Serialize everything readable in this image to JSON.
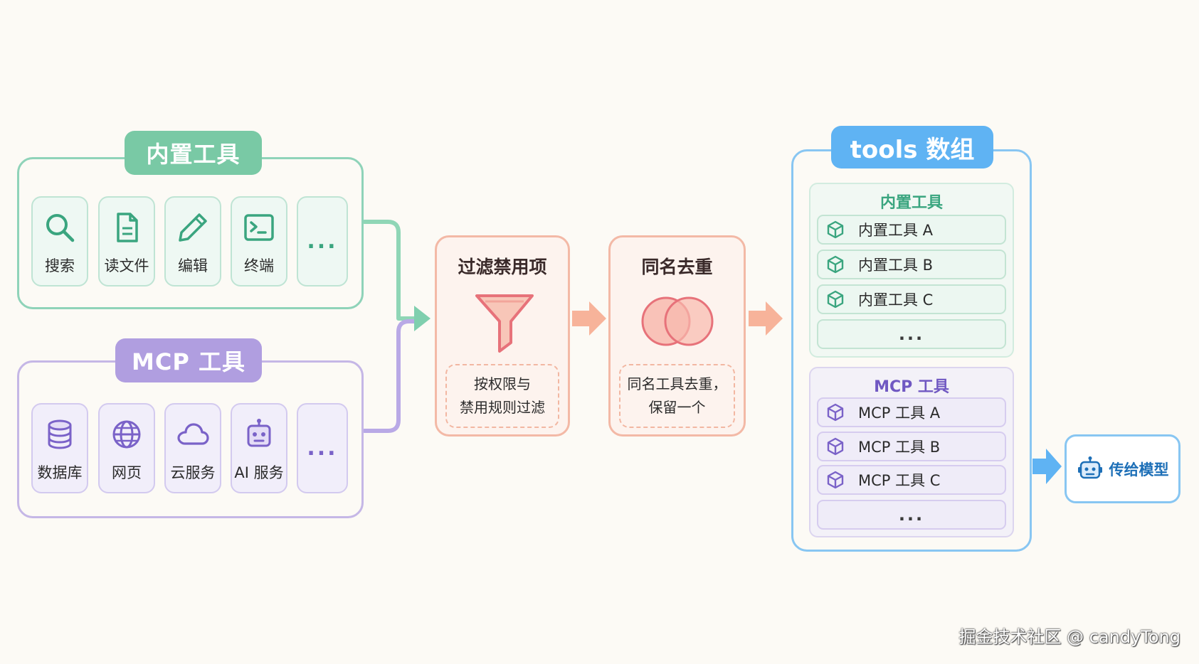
{
  "builtin_group": {
    "title": "内置工具",
    "tools": [
      {
        "icon": "search-icon",
        "label": "搜索"
      },
      {
        "icon": "file-icon",
        "label": "读文件"
      },
      {
        "icon": "pencil-icon",
        "label": "编辑"
      },
      {
        "icon": "terminal-icon",
        "label": "终端"
      }
    ],
    "more": "..."
  },
  "mcp_group": {
    "title": "MCP 工具",
    "tools": [
      {
        "icon": "database-icon",
        "label": "数据库"
      },
      {
        "icon": "globe-icon",
        "label": "网页"
      },
      {
        "icon": "cloud-icon",
        "label": "云服务"
      },
      {
        "icon": "robot-icon",
        "label": "AI 服务"
      }
    ],
    "more": "..."
  },
  "filter_step": {
    "title": "过滤禁用项",
    "icon": "funnel-icon",
    "note_line1": "按权限与",
    "note_line2": "禁用规则过滤"
  },
  "dedup_step": {
    "title": "同名去重",
    "icon": "overlapping-circles-icon",
    "note_line1": "同名工具去重，",
    "note_line2": "保留一个"
  },
  "tools_array": {
    "title": "tools 数组",
    "builtin_section": {
      "title": "内置工具",
      "items": [
        "内置工具 A",
        "内置工具 B",
        "内置工具 C"
      ],
      "more": "..."
    },
    "mcp_section": {
      "title": "MCP 工具",
      "items": [
        "MCP 工具 A",
        "MCP 工具 B",
        "MCP 工具 C"
      ],
      "more": "..."
    }
  },
  "model": {
    "label": "传给模型",
    "icon": "robot-icon"
  },
  "watermark": "掘金技术社区 @ candyTong",
  "colors": {
    "background": "#fcfaf5",
    "builtin_green": "#79c9a5",
    "mcp_purple": "#b09ee0",
    "process_coral": "#f3b9a6",
    "tools_blue": "#5fb3f3"
  }
}
